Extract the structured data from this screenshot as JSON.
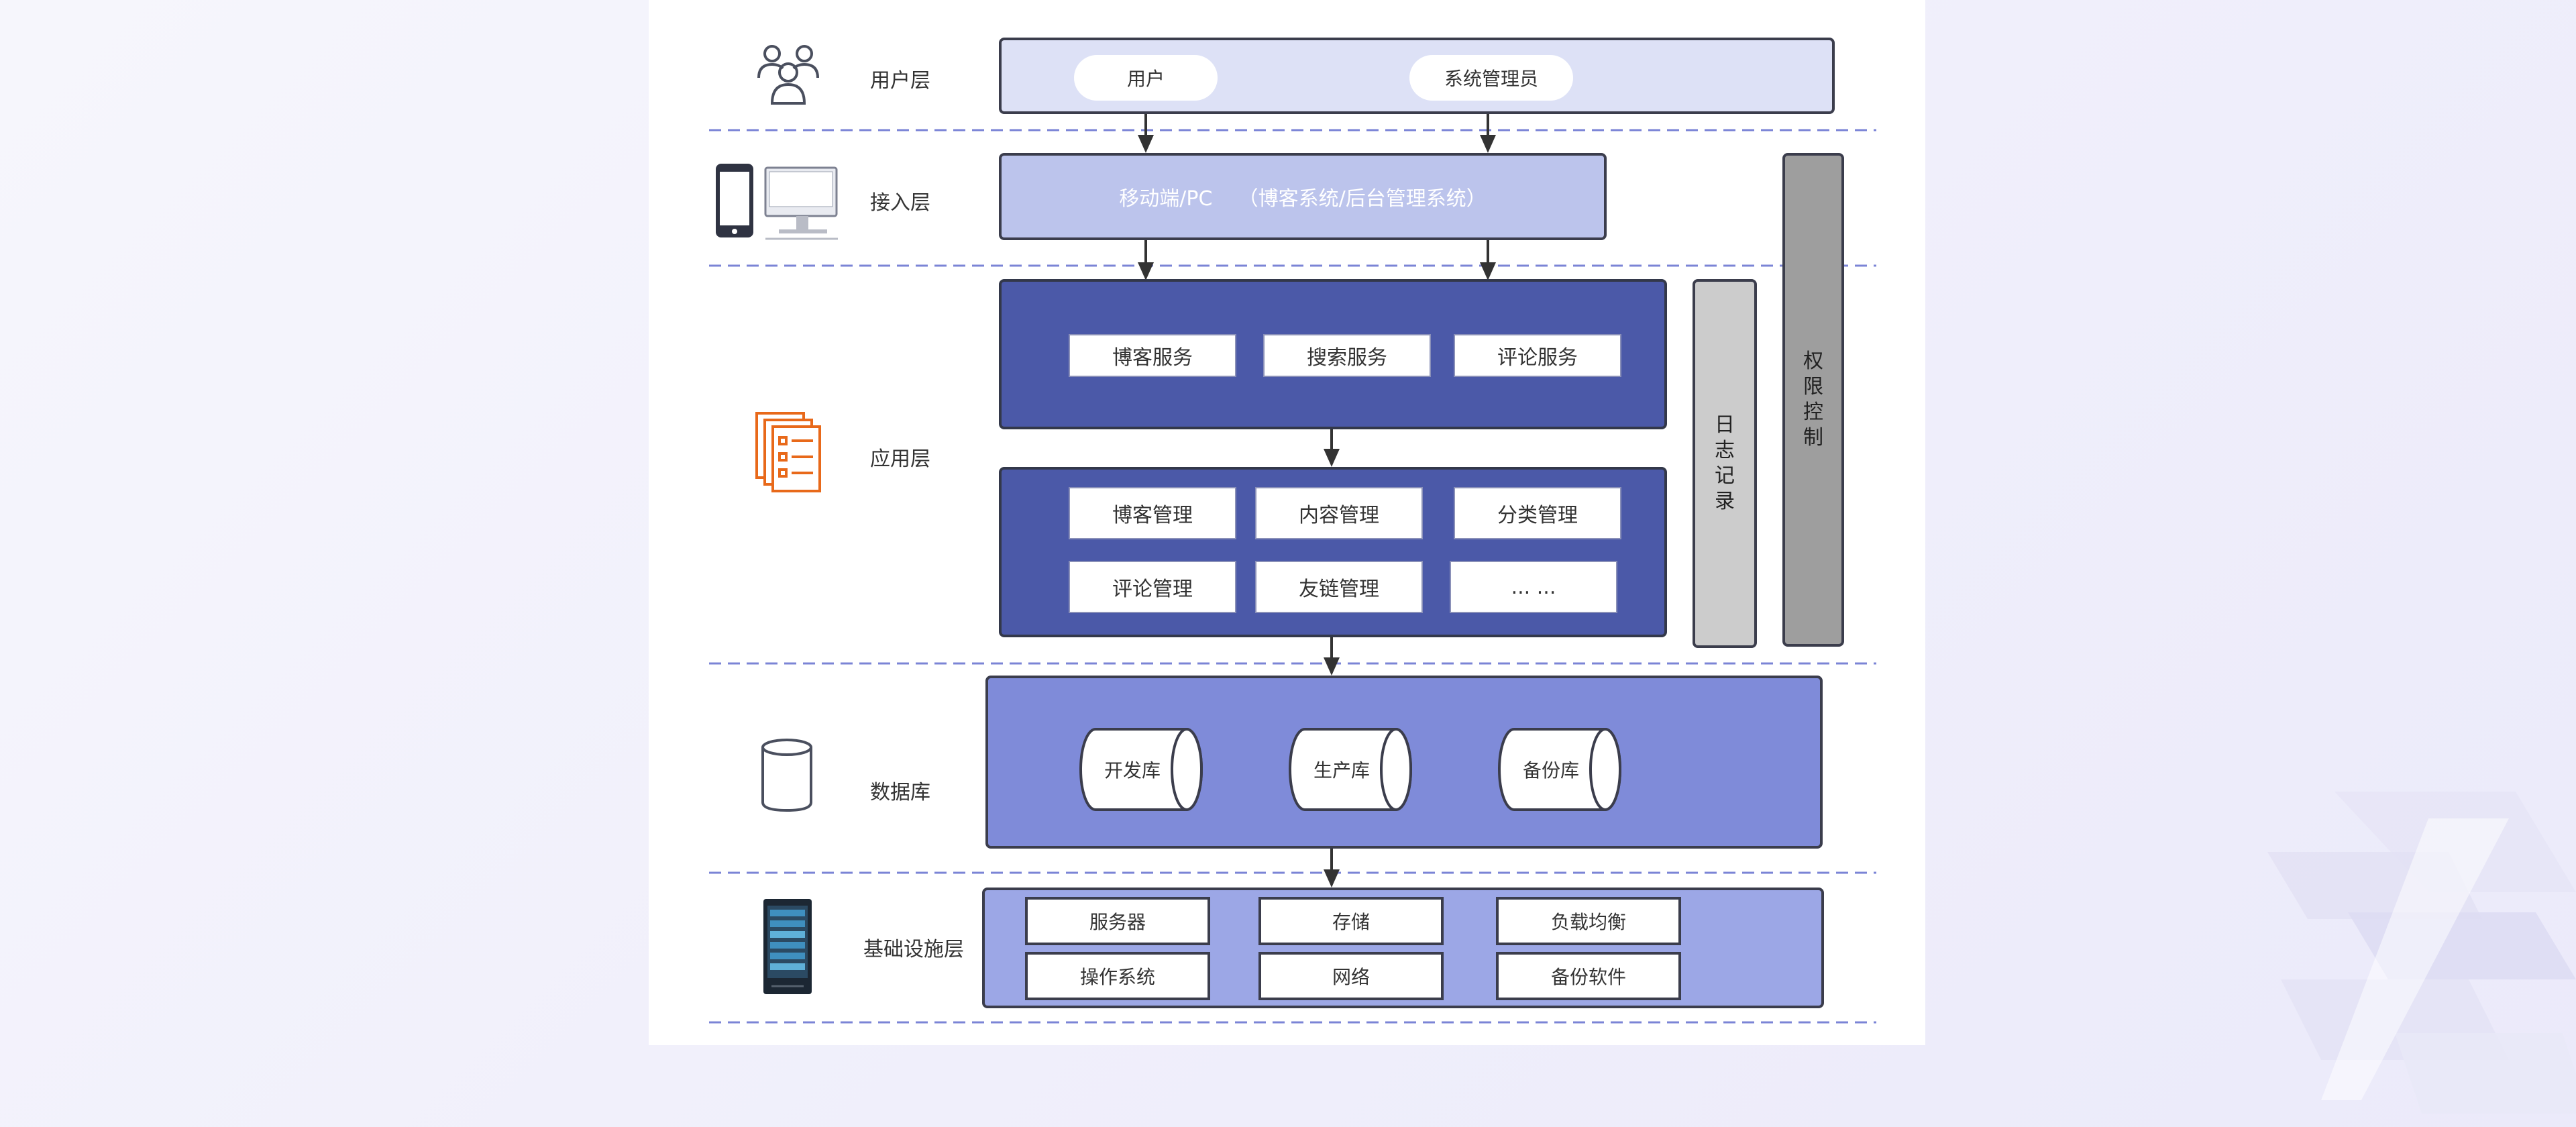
{
  "layers": {
    "user": "用户层",
    "access": "接入层",
    "application": "应用层",
    "database": "数据库",
    "infrastructure": "基础设施层"
  },
  "user_layer": {
    "user": "用户",
    "admin": "系统管理员"
  },
  "access_layer": {
    "label": "移动端/PC    （博客系统/后台管理系统）"
  },
  "services": [
    "博客服务",
    "搜索服务",
    "评论服务"
  ],
  "management": [
    "博客管理",
    "内容管理",
    "分类管理",
    "评论管理",
    "友链管理",
    "... ..."
  ],
  "side_bars": {
    "log": "日志记录",
    "auth": "权限控制"
  },
  "databases": [
    "开发库",
    "生产库",
    "备份库"
  ],
  "infrastructure": [
    "服务器",
    "存储",
    "负载均衡",
    "操作系统",
    "网络",
    "备份软件"
  ],
  "icons": {
    "user": "users-icon",
    "access": "mobile-desktop-icon",
    "application": "document-list-icon",
    "database": "database-cylinder-icon",
    "infrastructure": "server-rack-icon"
  },
  "colors": {
    "user_box": "#dde1f6",
    "access_box": "#bcc4ec",
    "app_box": "#4b59a8",
    "db_box": "#7f8bd9",
    "infra_box": "#9ca7e6",
    "log_bar": "#cccccc",
    "auth_bar": "#9e9e9e",
    "divider": "#7b84d6",
    "app_icon": "#e8691a"
  }
}
